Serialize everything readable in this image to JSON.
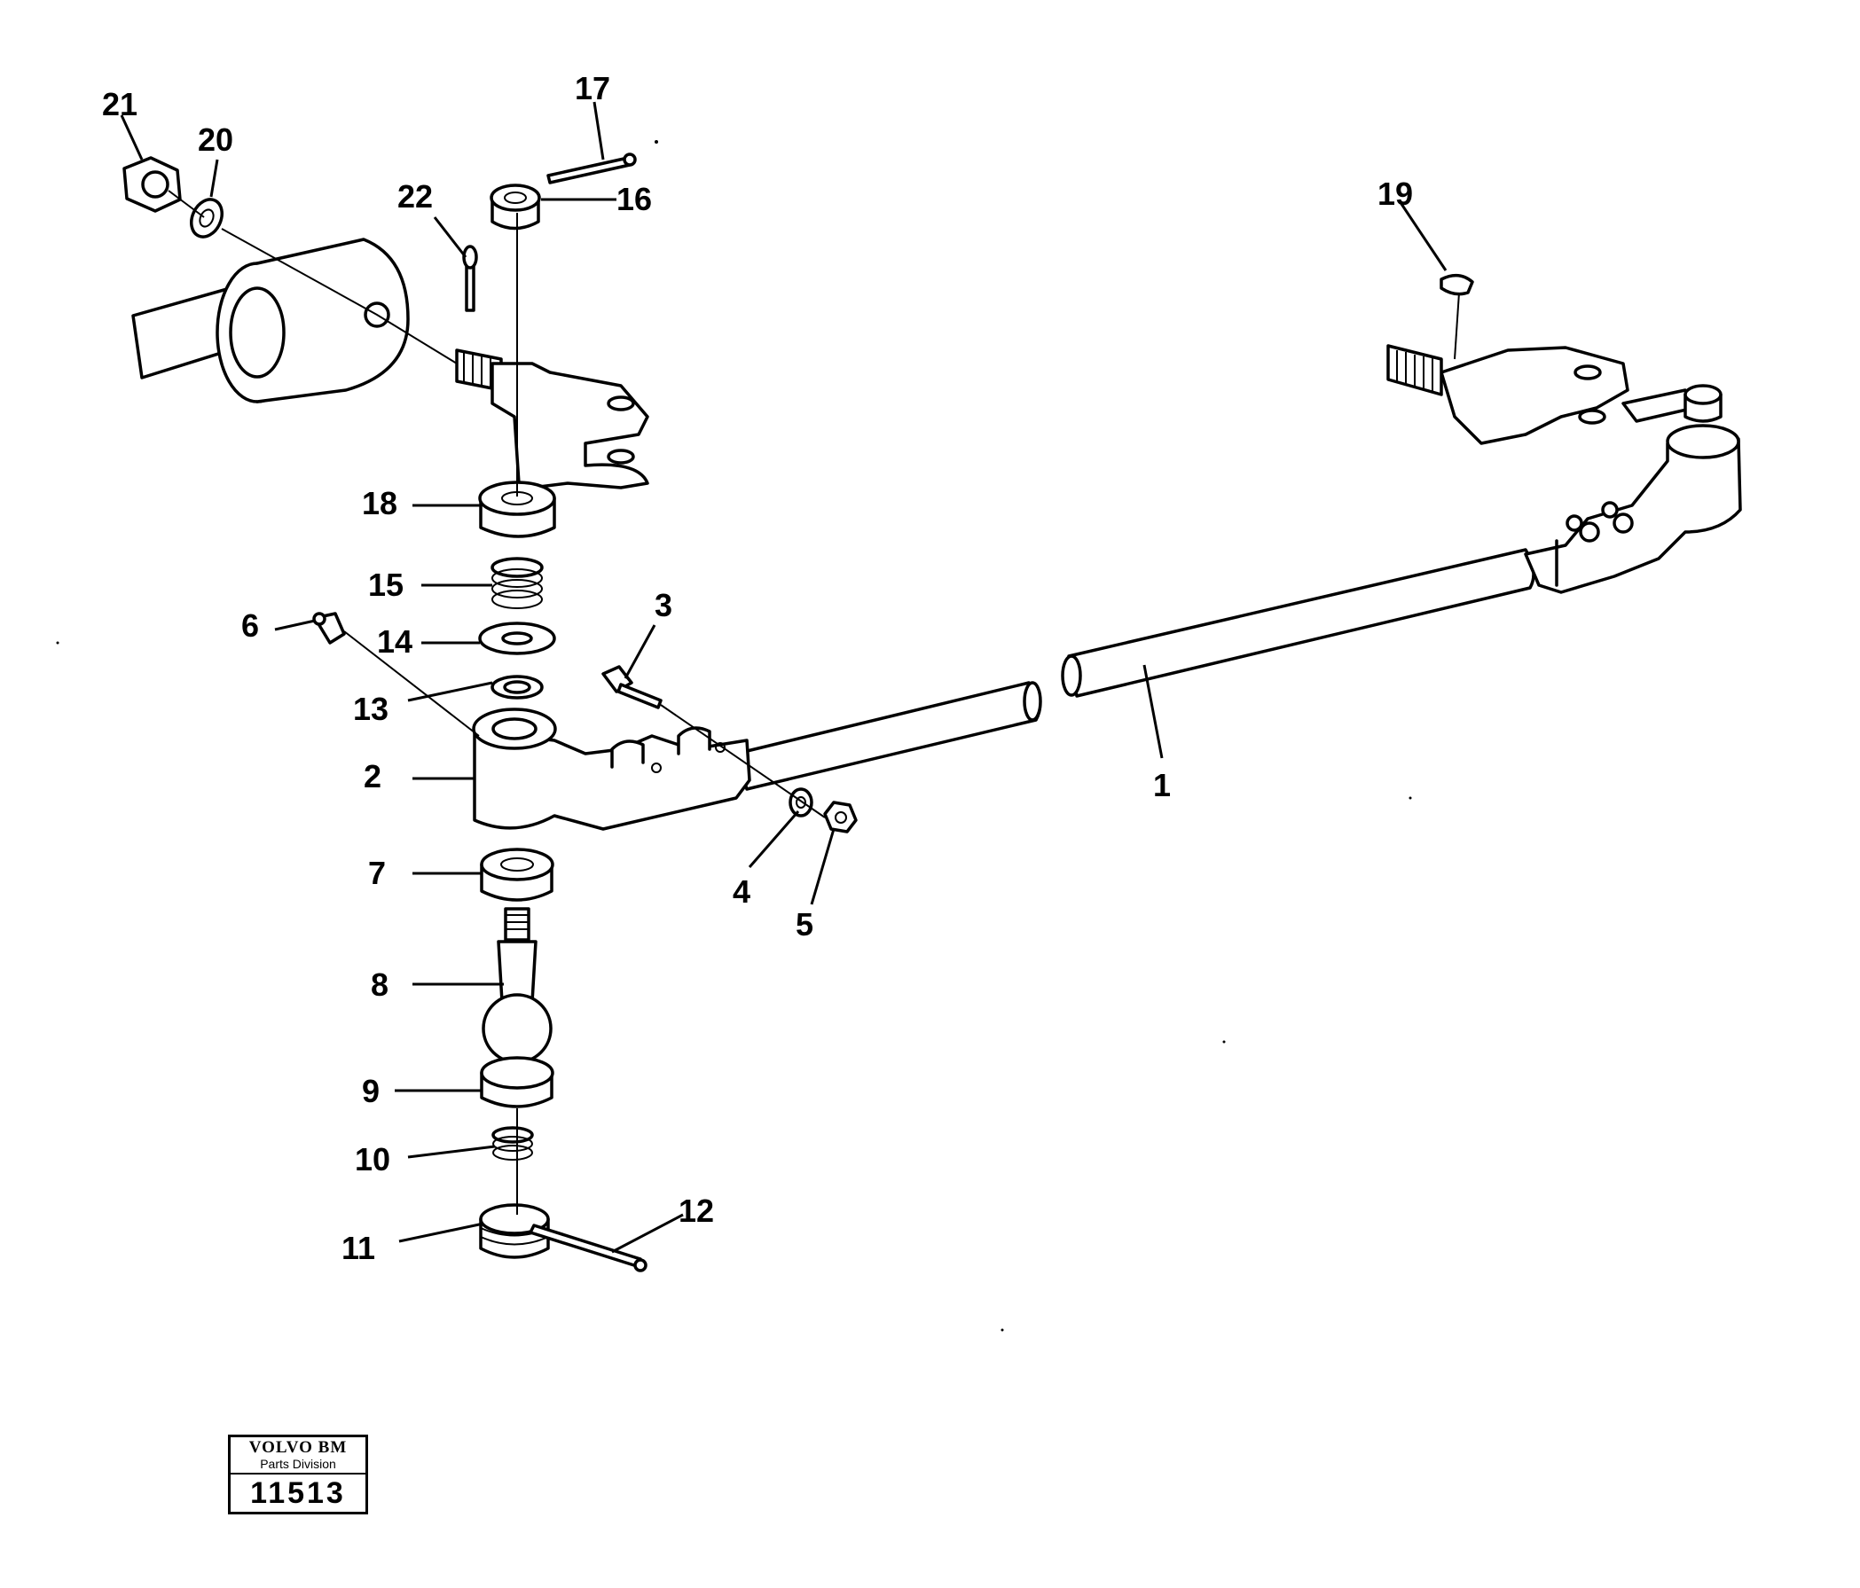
{
  "callouts": {
    "c1": "1",
    "c2": "2",
    "c3": "3",
    "c4": "4",
    "c5": "5",
    "c6": "6",
    "c7": "7",
    "c8": "8",
    "c9": "9",
    "c10": "10",
    "c11": "11",
    "c12": "12",
    "c13": "13",
    "c14": "14",
    "c15": "15",
    "c16": "16",
    "c17": "17",
    "c18": "18",
    "c19": "19",
    "c20": "20",
    "c21": "21",
    "c22": "22"
  },
  "logo": {
    "brand": "VOLVO BM",
    "division": "Parts Division",
    "code": "11513"
  }
}
